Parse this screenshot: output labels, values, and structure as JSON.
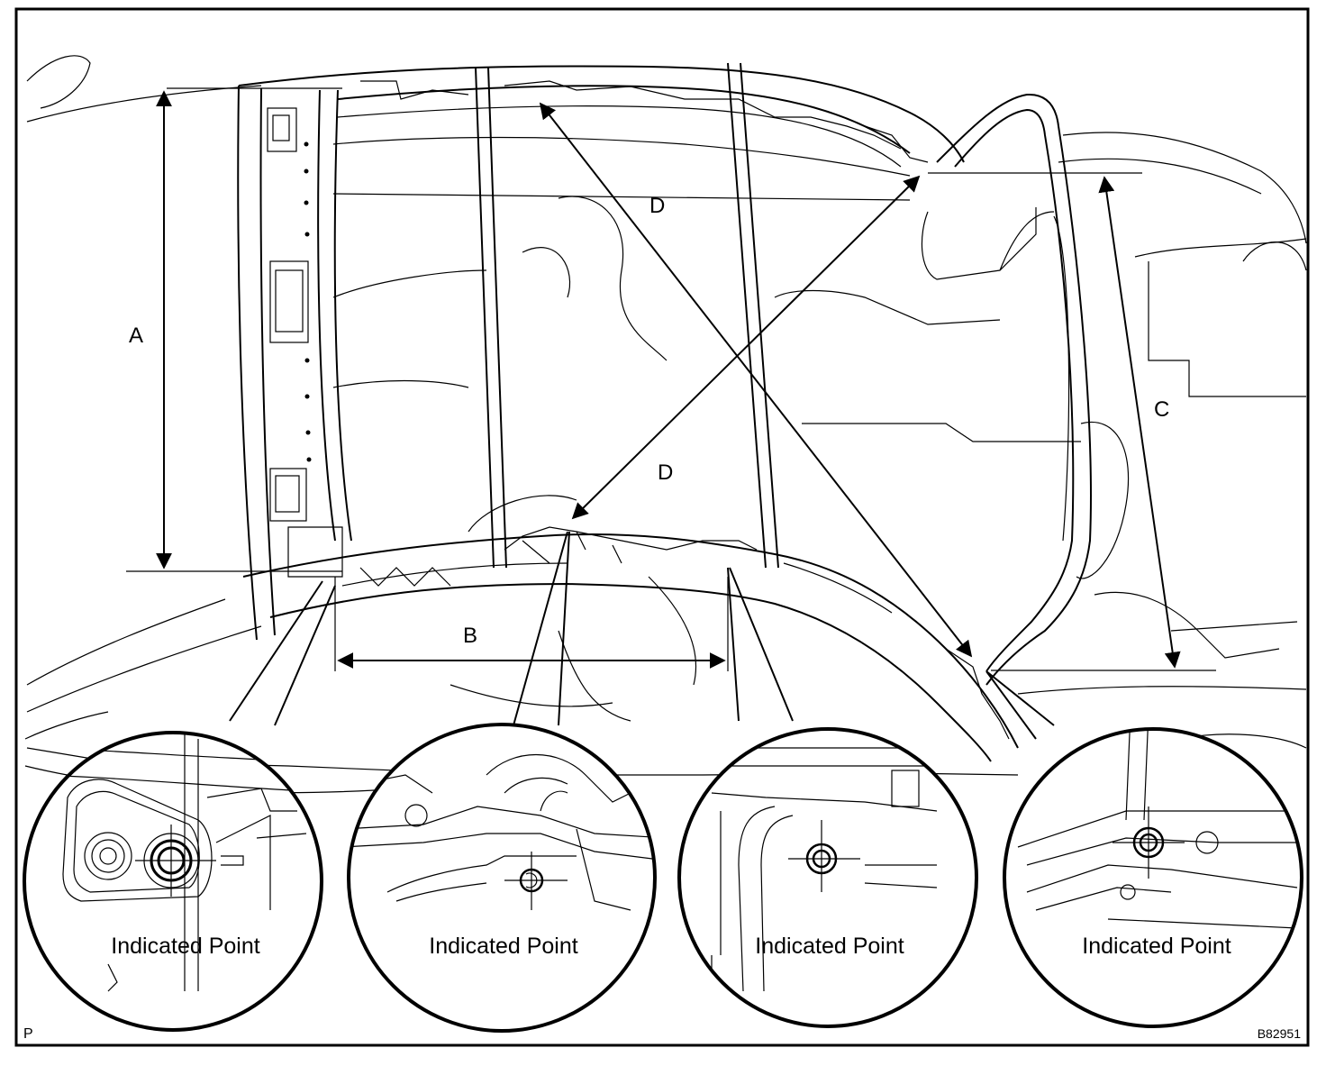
{
  "dimension_labels": {
    "a": "A",
    "b": "B",
    "c": "C",
    "d_upper": "D",
    "d_lower": "D"
  },
  "callouts": [
    {
      "label": "Indicated Point"
    },
    {
      "label": "Indicated Point"
    },
    {
      "label": "Indicated Point"
    },
    {
      "label": "Indicated Point"
    }
  ],
  "corner_labels": {
    "bottom_left": "P",
    "bottom_right": "B82951"
  }
}
